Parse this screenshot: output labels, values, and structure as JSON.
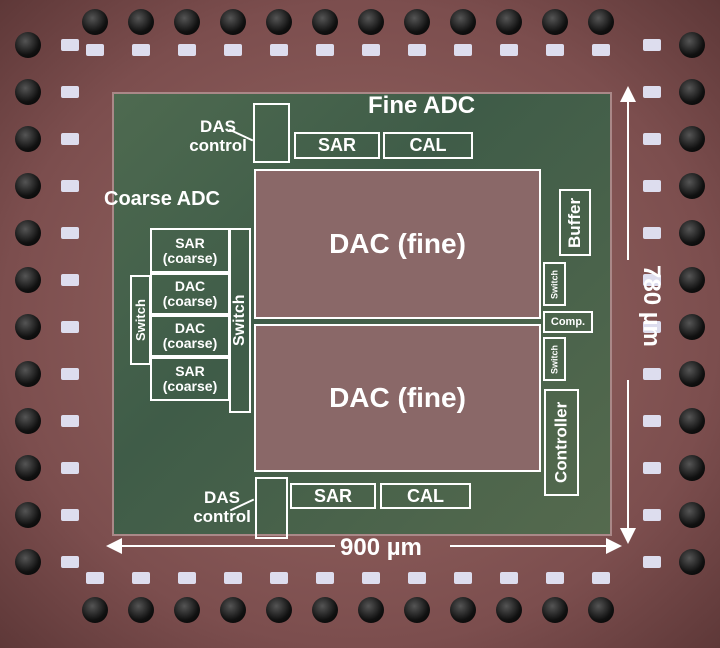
{
  "labels": {
    "fine_adc": "Fine ADC",
    "coarse_adc": "Coarse ADC",
    "das_control_top": "DAS control",
    "das_control_bottom": "DAS control",
    "sar_top": "SAR",
    "cal_top": "CAL",
    "sar_bottom": "SAR",
    "cal_bottom": "CAL",
    "dac_fine_top": "DAC (fine)",
    "dac_fine_bottom": "DAC (fine)",
    "coarse_blocks": [
      "SAR (coarse)",
      "DAC (coarse)",
      "DAC (coarse)",
      "SAR (coarse)"
    ],
    "switch_left": "Switch",
    "switch_coarse": "Switch",
    "buffer": "Buffer",
    "switch_upper_right": "Switch",
    "comp": "Comp.",
    "switch_lower_right": "Switch",
    "controller": "Controller"
  },
  "dimensions": {
    "width": "900 µm",
    "height": "780 µm"
  },
  "colors": {
    "annotation": "#ffffff",
    "substrate": "#8a5a5a",
    "core": "#4e6a50"
  }
}
